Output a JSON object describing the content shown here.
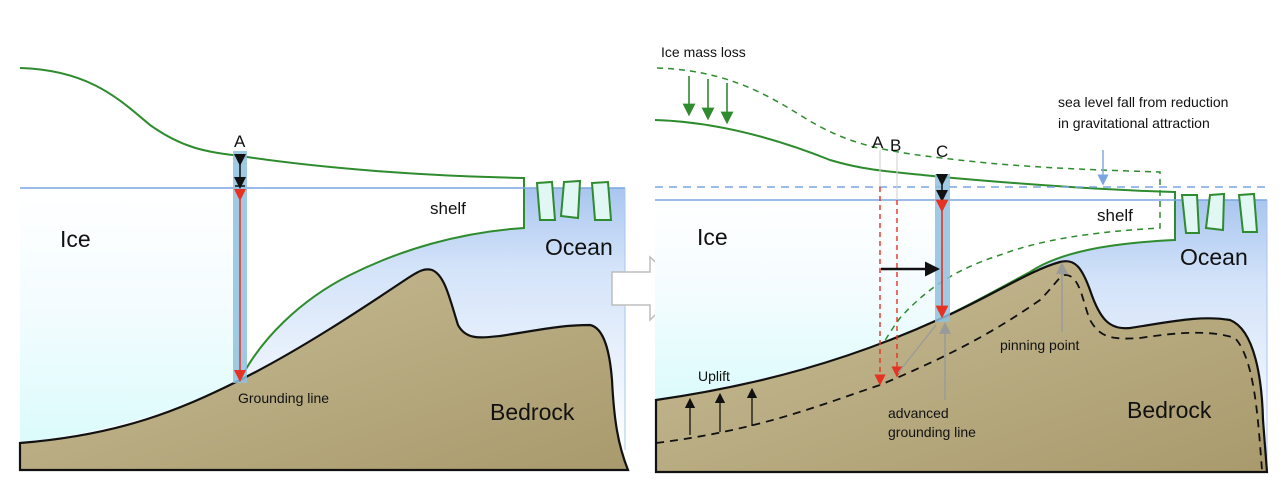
{
  "left_panel": {
    "labels": {
      "ice": "Ice",
      "ocean": "Ocean",
      "shelf": "shelf",
      "bedrock": "Bedrock",
      "grounding_line": "Grounding line",
      "marker_a": "A"
    }
  },
  "right_panel": {
    "labels": {
      "ice": "Ice",
      "ocean": "Ocean",
      "shelf": "shelf",
      "bedrock": "Bedrock",
      "ice_mass_loss": "Ice mass loss",
      "sea_level_fall_line1": "sea level fall from reduction",
      "sea_level_fall_line2": "in gravitational attraction",
      "uplift": "Uplift",
      "pinning_point": "pinning point",
      "advanced_grounding_line_1": "advanced",
      "advanced_grounding_line_2": "grounding line",
      "marker_a": "A",
      "marker_b": "B",
      "marker_c": "C"
    }
  },
  "colors": {
    "ice_outline": "#2e8b2e",
    "sea_level": "#7aa6e0",
    "bedrock_fill": "#bcae85",
    "ocean_fill": "#c7dbf7",
    "ice_column": "#8fc1de",
    "thickness_arrow": "#e53222",
    "arrow_grey": "#a0a0a0"
  }
}
